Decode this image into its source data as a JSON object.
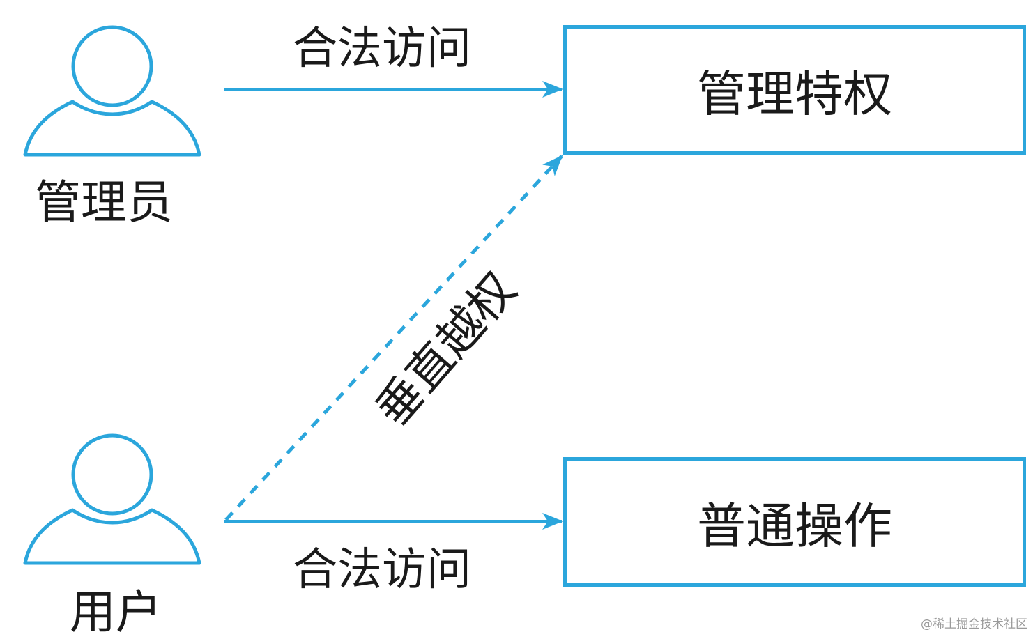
{
  "actors": {
    "admin": {
      "label": "管理员",
      "icon": "person-icon"
    },
    "user": {
      "label": "用户",
      "icon": "person-icon"
    }
  },
  "boxes": {
    "admin_privilege": "管理特权",
    "normal_operation": "普通操作"
  },
  "edges": {
    "admin_legal_access": "合法访问",
    "user_legal_access": "合法访问",
    "vertical_escalation": "垂直越权"
  },
  "watermark": "@稀土掘金技术社区",
  "colors": {
    "accent": "#2ba6dc",
    "text": "#1a1a1a",
    "watermark": "#9a9a9a"
  }
}
